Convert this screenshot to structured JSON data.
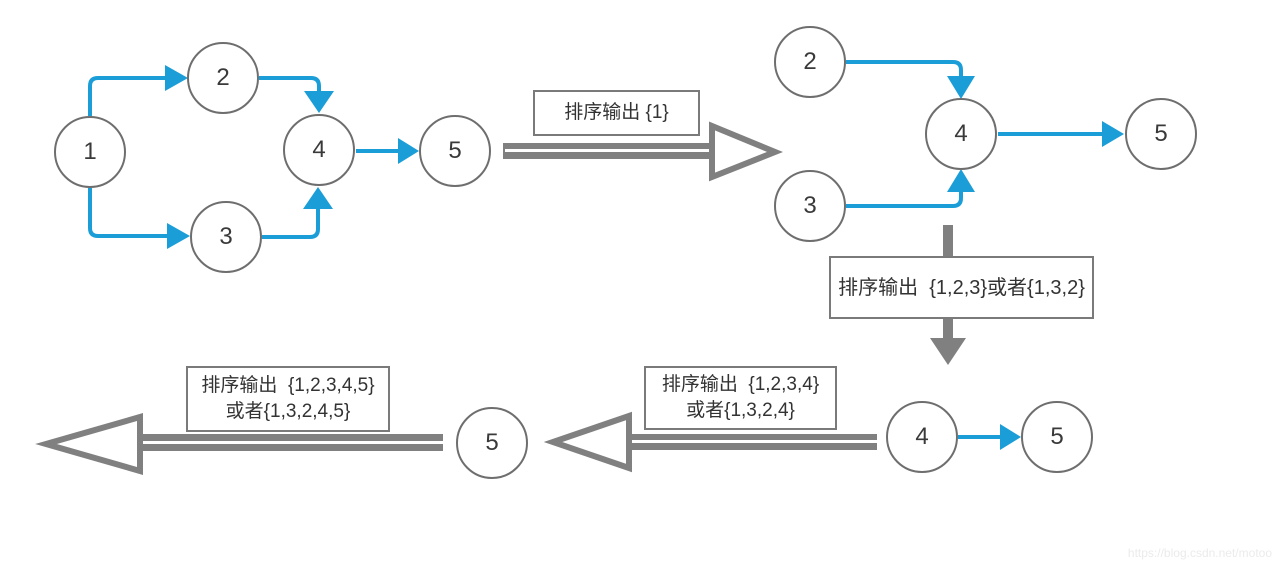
{
  "diagram_type": "topological-sort-steps",
  "graphs": [
    {
      "name": "initial-graph",
      "nodes": [
        {
          "label": "1"
        },
        {
          "label": "2"
        },
        {
          "label": "3"
        },
        {
          "label": "4"
        },
        {
          "label": "5"
        }
      ],
      "edges": [
        {
          "from": "1",
          "to": "2"
        },
        {
          "from": "1",
          "to": "3"
        },
        {
          "from": "2",
          "to": "4"
        },
        {
          "from": "3",
          "to": "4"
        },
        {
          "from": "4",
          "to": "5"
        }
      ]
    },
    {
      "name": "graph-after-removing-1",
      "nodes": [
        {
          "label": "2"
        },
        {
          "label": "3"
        },
        {
          "label": "4"
        },
        {
          "label": "5"
        }
      ],
      "edges": [
        {
          "from": "2",
          "to": "4"
        },
        {
          "from": "3",
          "to": "4"
        },
        {
          "from": "4",
          "to": "5"
        }
      ]
    },
    {
      "name": "graph-after-removing-2-and-3",
      "nodes": [
        {
          "label": "4"
        },
        {
          "label": "5"
        }
      ],
      "edges": [
        {
          "from": "4",
          "to": "5"
        }
      ]
    },
    {
      "name": "graph-after-removing-4",
      "nodes": [
        {
          "label": "5"
        }
      ],
      "edges": []
    }
  ],
  "transitions": [
    {
      "direction": "right",
      "label": "排序输出 {1}"
    },
    {
      "direction": "down",
      "label": "排序输出  {1,2,3}或者{1,3,2}"
    },
    {
      "direction": "left",
      "lines": [
        "排序输出  {1,2,3,4}",
        "或者{1,3,2,4}"
      ]
    },
    {
      "direction": "left",
      "lines": [
        "排序输出  {1,2,3,4,5}",
        "或者{1,3,2,4,5}"
      ]
    }
  ],
  "watermark": {
    "text": "https://blog.csdn.net/motoo"
  },
  "colors": {
    "edge_blue": "#1B9ED8",
    "arrow_gray": "#808080",
    "node_border": "#6E6E6E",
    "label_text": "#333333",
    "watermark": "#EBEBEB"
  }
}
